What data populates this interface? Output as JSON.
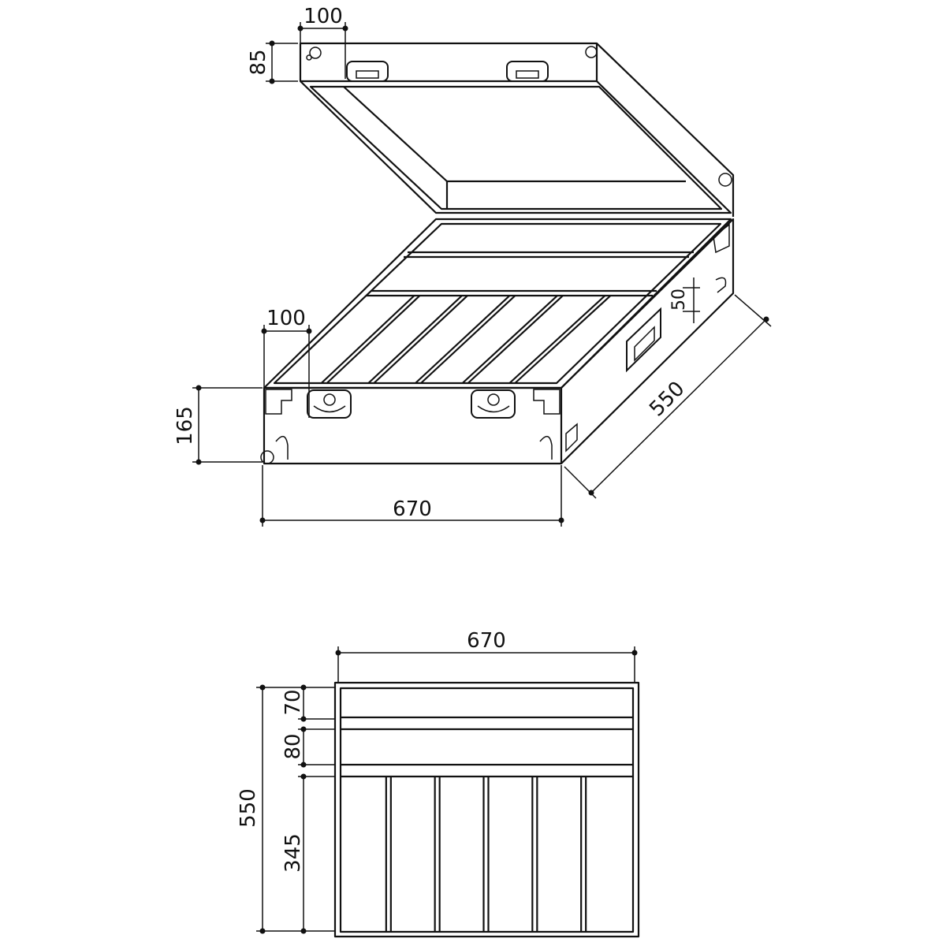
{
  "colors": {
    "line": "#111111",
    "background": "#ffffff"
  },
  "isometric_view": {
    "lid_hinge_width": "100",
    "lid_height": "85",
    "base_corner_width": "100",
    "base_height": "165",
    "width": "670",
    "depth": "550",
    "handle_height": "50"
  },
  "top_view": {
    "width": "670",
    "depth": "550",
    "compartment_1": "70",
    "compartment_2": "80",
    "compartment_3": "345",
    "slot_count": 6
  }
}
